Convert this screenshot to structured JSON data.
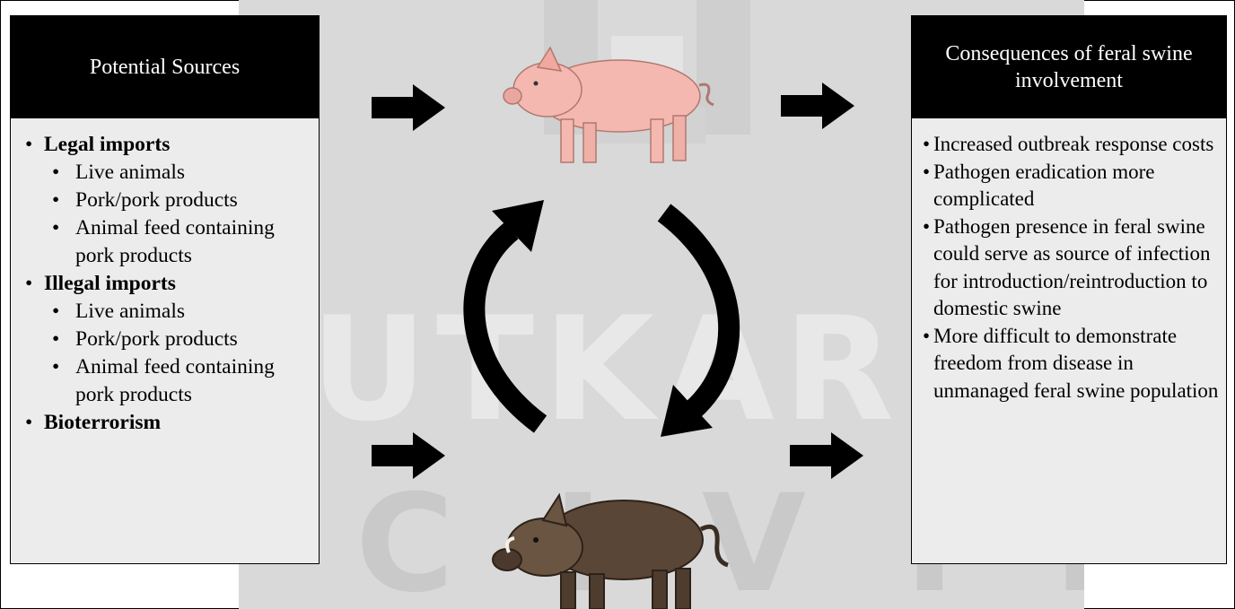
{
  "watermark": {
    "brand_text": "UTKARSH",
    "sub_text": "CIVIL"
  },
  "left_panel": {
    "title": "Potential Sources",
    "groups": [
      {
        "label": "Legal imports",
        "items": [
          "Live animals",
          "Pork/pork products",
          "Animal feed containing pork products"
        ]
      },
      {
        "label": "Illegal imports",
        "items": [
          "Live animals",
          "Pork/pork products",
          "Animal feed containing pork products"
        ]
      },
      {
        "label": "Bioterrorism",
        "items": []
      }
    ]
  },
  "right_panel": {
    "title": "Consequences of feral swine involvement",
    "items": [
      "Increased outbreak response costs",
      "Pathogen eradication more complicated",
      "Pathogen presence in feral swine could serve as source of infection for introduction/reintroduction to domestic swine",
      "More difficult to demonstrate freedom from disease in unmanaged feral swine population"
    ]
  },
  "icons": {
    "top_animal": "domestic-pig-icon",
    "bottom_animal": "feral-boar-icon",
    "arrow": "right-arrow-icon",
    "cycle": "curved-arrow-icon"
  },
  "colors": {
    "panel_header_bg": "#000000",
    "panel_header_text": "#ffffff",
    "panel_body_bg": "#ececec",
    "watermark_bg": "#d9d9d9",
    "pig": "#f4b8b0",
    "boar": "#5a4636"
  }
}
